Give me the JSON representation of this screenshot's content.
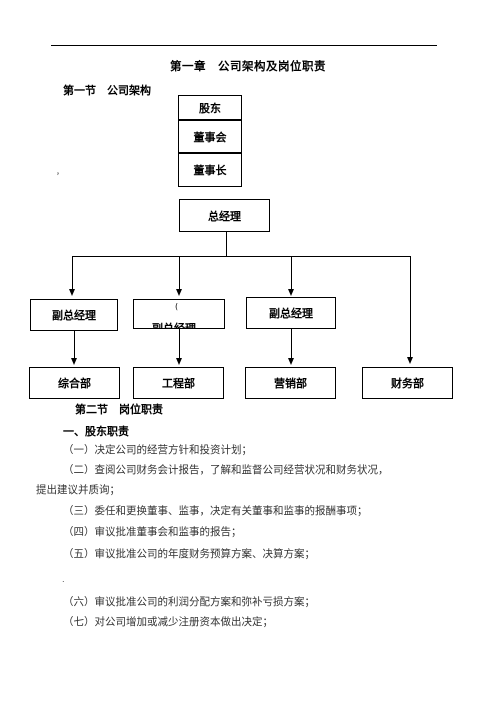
{
  "chapter_title": "第一章　公司架构及岗位职责",
  "section1_title": "第一节　公司架构",
  "org": {
    "shareholders": "股东",
    "board": "董事会",
    "chairman": "董事长",
    "gm": "总经理",
    "vp_left": "副总经理",
    "vp_mid_top": "(",
    "vp_mid_clipped": "副总经理",
    "vp_right": "副总经理",
    "dept_general": "综合部",
    "dept_engineering": "工程部",
    "dept_marketing": "营销部",
    "dept_finance": "财务部"
  },
  "stray_mark_1": "，",
  "section2_title": "第二节　岗位职责",
  "subsection1_title": "一、股东职责",
  "duties": [
    "（一）决定公司的经营方针和投资计划；",
    "（二）查阅公司财务会计报告，了解和监督公司经营状况和财务状况，",
    "提出建议并质询；",
    "（三）委任和更换董事、监事，决定有关董事和监事的报酬事项；",
    "（四）审议批准董事会和监事的报告；",
    "（五）审议批准公司的年度财务预算方案、决算方案；",
    "（六）审议批准公司的利润分配方案和弥补亏损方案；",
    "（七）对公司增加或减少注册资本做出决定；"
  ],
  "stray_mark_2": "."
}
